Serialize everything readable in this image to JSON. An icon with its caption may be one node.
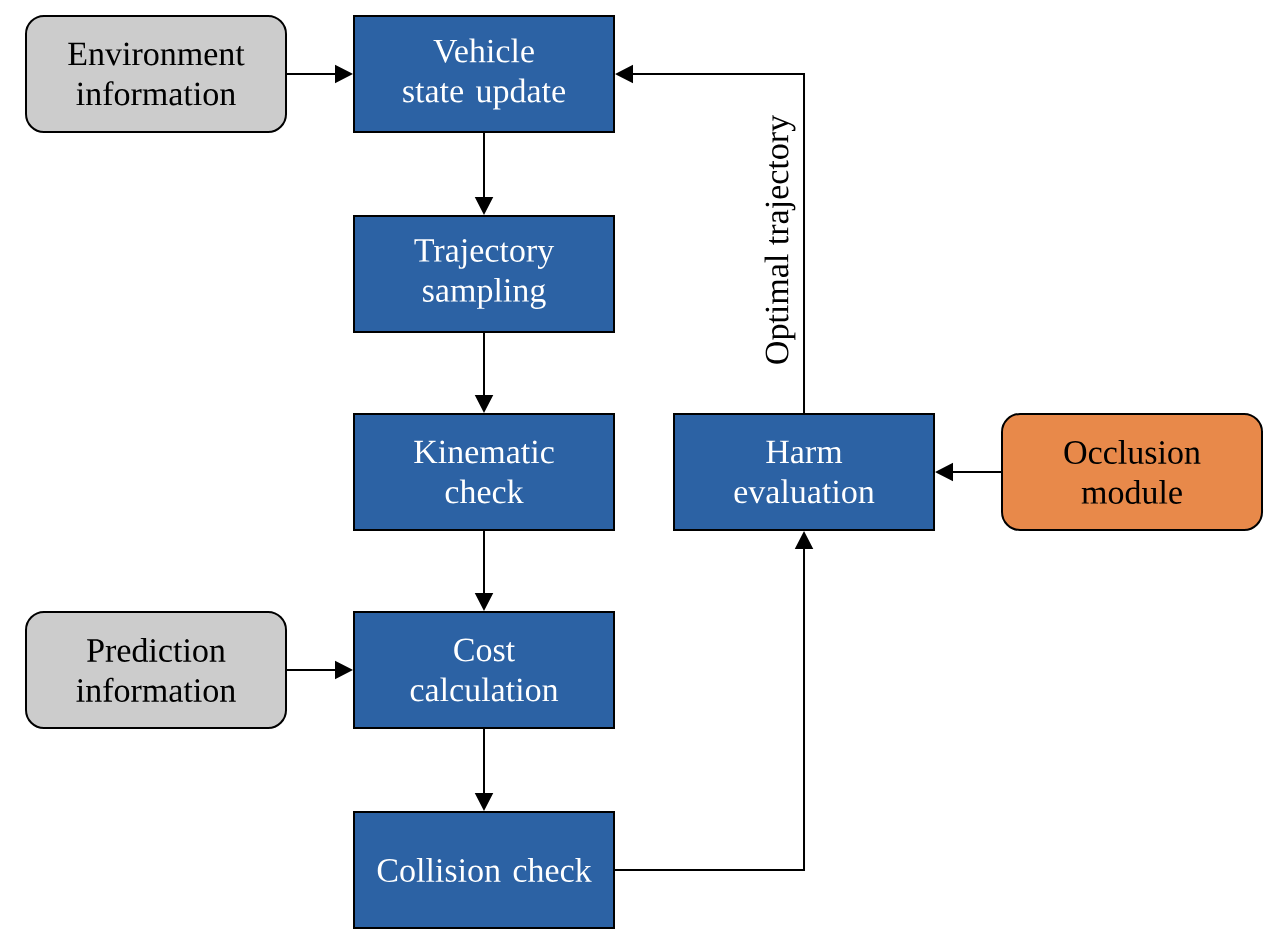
{
  "diagram": {
    "nodes": [
      {
        "text": [
          "Environment information"
        ]
      },
      {
        "text": [
          "Vehicle state update"
        ]
      },
      {
        "text": [
          "Trajectory sampling"
        ]
      },
      {
        "text": [
          "Kinematic check"
        ]
      },
      {
        "text": [
          "Cost calculation"
        ]
      },
      {
        "text": [
          "Collision check"
        ]
      },
      {
        "text": [
          "Harm evaluation"
        ]
      },
      {
        "text": [
          "Occlusion module"
        ]
      },
      {
        "text": [
          "Prediction information"
        ]
      }
    ],
    "edges": [
      {
        "from": 0,
        "to": 1,
        "arrow": "to"
      },
      {
        "from": 1,
        "to": 2,
        "arrow": "to"
      },
      {
        "from": 2,
        "to": 3,
        "arrow": "to"
      },
      {
        "from": 3,
        "to": 4,
        "arrow": "to"
      },
      {
        "from": 8,
        "to": 4,
        "arrow": "to"
      },
      {
        "from": 4,
        "to": 5,
        "arrow": "to"
      },
      {
        "from": 5,
        "to": 6,
        "arrow": "to"
      },
      {
        "from": 7,
        "to": 6,
        "arrow": "to"
      },
      {
        "from": 6,
        "to": 1,
        "arrow": "to",
        "label": "Optimal trajectory"
      }
    ]
  }
}
